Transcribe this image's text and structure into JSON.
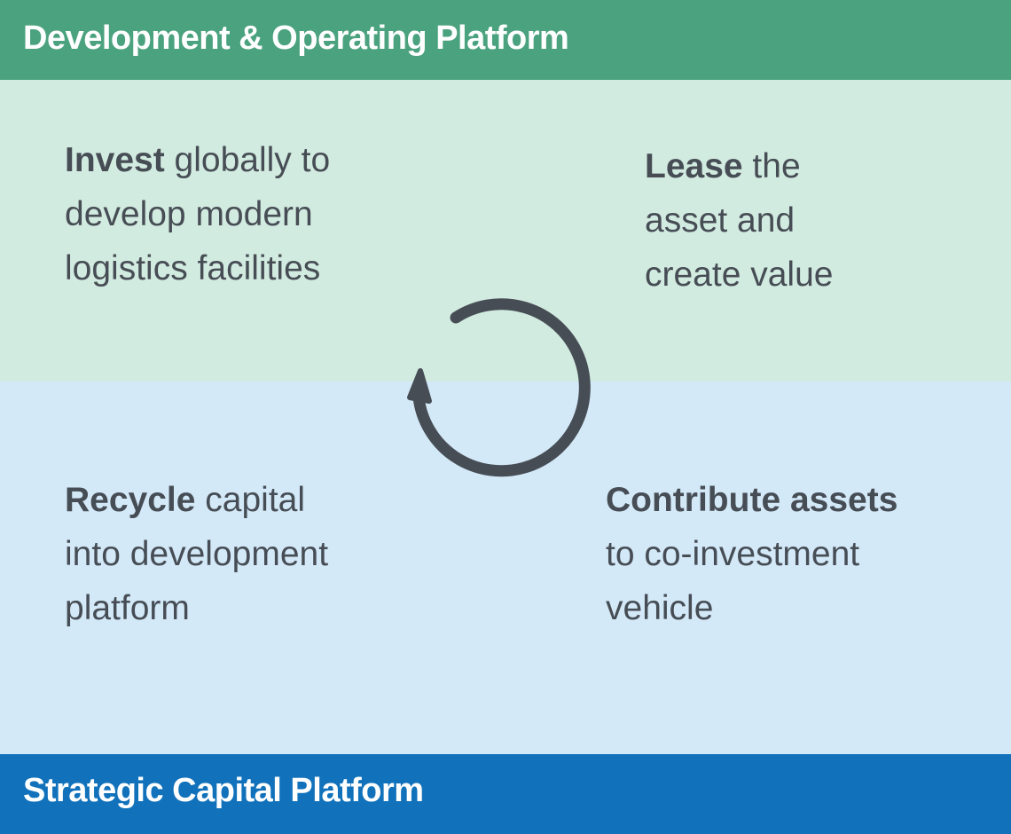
{
  "platforms": {
    "top": {
      "title": "Development & Operating Platform",
      "color": "#4ba27f",
      "zone_color": "#d2ebe0"
    },
    "bottom": {
      "title": "Strategic Capital Platform",
      "color": "#1172bb",
      "zone_color": "#d3e9f8"
    }
  },
  "steps": [
    {
      "keyword": "Invest",
      "lines": [
        " globally to",
        "develop modern",
        "logistics facilities"
      ]
    },
    {
      "keyword": "Lease",
      "lines": [
        " the",
        "asset and",
        "create value"
      ]
    },
    {
      "keyword": "Contribute assets",
      "lines": [
        "",
        "to co-investment",
        "vehicle"
      ]
    },
    {
      "keyword": "Recycle",
      "lines": [
        " capital",
        "into development",
        "platform"
      ]
    }
  ],
  "cycle": {
    "icon": "counterclockwise-cycle-arrow-icon",
    "color": "#474d55"
  }
}
